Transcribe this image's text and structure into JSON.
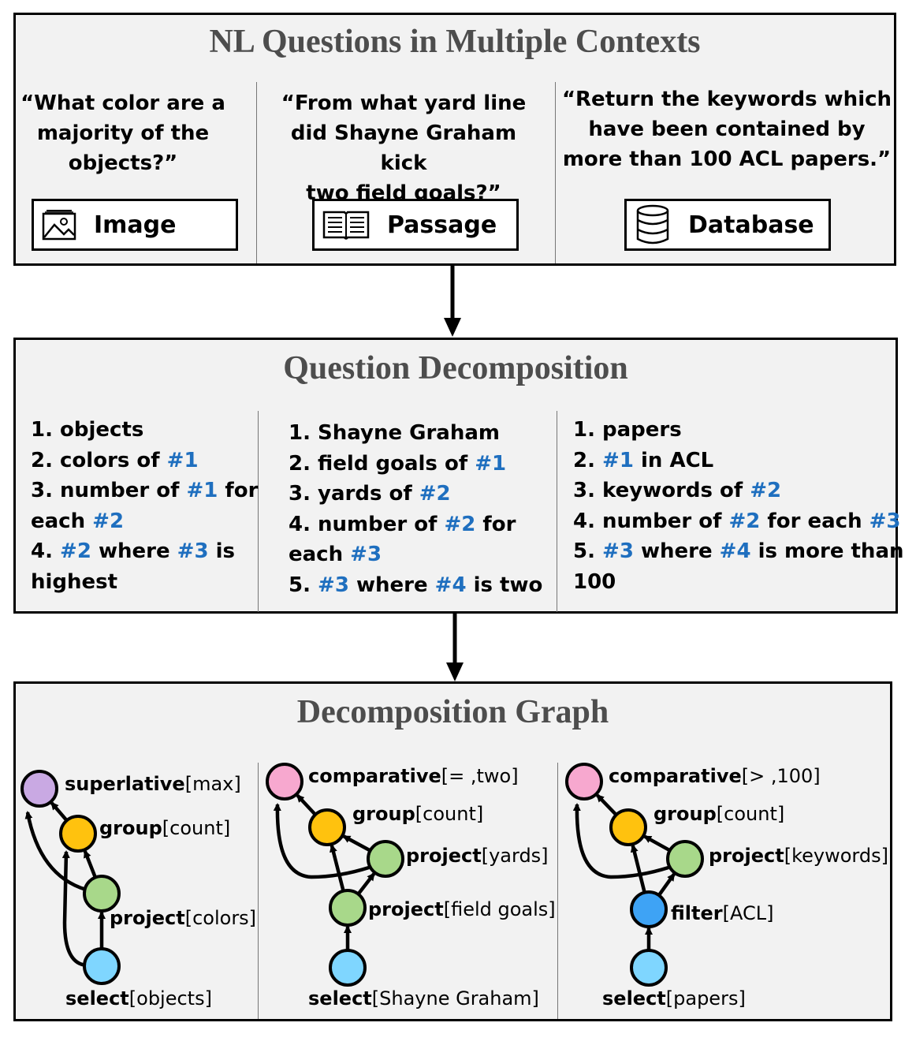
{
  "panel1": {
    "title": "NL Questions in Multiple Contexts",
    "columns": [
      {
        "question": [
          "“What color are a",
          "majority of the",
          "objects?”"
        ],
        "context": "Image",
        "icon": "image-icon"
      },
      {
        "question": [
          "“From what yard line",
          "did Shayne Graham kick",
          "two field goals?”"
        ],
        "context": "Passage",
        "icon": "book-icon"
      },
      {
        "question": [
          "“Return the keywords which",
          "have been contained by",
          "more than 100 ACL papers.”"
        ],
        "context": "Database",
        "icon": "database-icon"
      }
    ]
  },
  "panel2": {
    "title": "Question Decomposition",
    "columns": [
      {
        "lines": [
          [
            {
              "t": "1. objects"
            }
          ],
          [
            {
              "t": "2. colors of "
            },
            {
              "t": "#1",
              "ref": true
            }
          ],
          [
            {
              "t": "3. number of "
            },
            {
              "t": "#1",
              "ref": true
            },
            {
              "t": " for"
            }
          ],
          [
            {
              "t": "each "
            },
            {
              "t": "#2",
              "ref": true
            }
          ],
          [
            {
              "t": "4. "
            },
            {
              "t": "#2",
              "ref": true
            },
            {
              "t": " where "
            },
            {
              "t": "#3",
              "ref": true
            },
            {
              "t": " is"
            }
          ],
          [
            {
              "t": "highest"
            }
          ]
        ]
      },
      {
        "lines": [
          [
            {
              "t": "1. Shayne Graham"
            }
          ],
          [
            {
              "t": "2. field goals of "
            },
            {
              "t": "#1",
              "ref": true
            }
          ],
          [
            {
              "t": "3. yards of "
            },
            {
              "t": "#2",
              "ref": true
            }
          ],
          [
            {
              "t": "4. number of "
            },
            {
              "t": "#2",
              "ref": true
            },
            {
              "t": " for"
            }
          ],
          [
            {
              "t": "each "
            },
            {
              "t": "#3",
              "ref": true
            }
          ],
          [
            {
              "t": "5. "
            },
            {
              "t": "#3",
              "ref": true
            },
            {
              "t": " where "
            },
            {
              "t": "#4",
              "ref": true
            },
            {
              "t": " is two"
            }
          ]
        ]
      },
      {
        "lines": [
          [
            {
              "t": "1. papers"
            }
          ],
          [
            {
              "t": "2. "
            },
            {
              "t": "#1",
              "ref": true
            },
            {
              "t": " in ACL"
            }
          ],
          [
            {
              "t": "3. keywords of "
            },
            {
              "t": "#2",
              "ref": true
            }
          ],
          [
            {
              "t": "4. number of "
            },
            {
              "t": "#2",
              "ref": true
            },
            {
              "t": " for each "
            },
            {
              "t": "#3",
              "ref": true
            }
          ],
          [
            {
              "t": "5. "
            },
            {
              "t": "#3",
              "ref": true
            },
            {
              "t": " where "
            },
            {
              "t": "#4",
              "ref": true
            },
            {
              "t": " is more than"
            }
          ],
          [
            {
              "t": "100"
            }
          ]
        ]
      }
    ]
  },
  "panel3": {
    "title": "Decomposition Graph",
    "graphs": [
      {
        "nodes": [
          {
            "op": "superlative",
            "arg": "[max]",
            "color": "#c9a9e3"
          },
          {
            "op": "group",
            "arg": "[count]",
            "color": "#ffc20e"
          },
          {
            "op": "project",
            "arg": "[colors]",
            "color": "#a8d88a"
          },
          {
            "op": "select",
            "arg": "[objects]",
            "color": "#7fd6ff"
          }
        ]
      },
      {
        "nodes": [
          {
            "op": "comparative",
            "arg": "[= ,two]",
            "color": "#f7a8cf"
          },
          {
            "op": "group",
            "arg": "[count]",
            "color": "#ffc20e"
          },
          {
            "op": "project",
            "arg": "[yards]",
            "color": "#a8d88a"
          },
          {
            "op": "project",
            "arg": "[field goals]",
            "color": "#a8d88a"
          },
          {
            "op": "select",
            "arg": "[Shayne Graham]",
            "color": "#7fd6ff"
          }
        ]
      },
      {
        "nodes": [
          {
            "op": "comparative",
            "arg": "[> ,100]",
            "color": "#f7a8cf"
          },
          {
            "op": "group",
            "arg": "[count]",
            "color": "#ffc20e"
          },
          {
            "op": "project",
            "arg": "[keywords]",
            "color": "#a8d88a"
          },
          {
            "op": "filter",
            "arg": "[ACL]",
            "color": "#3ea3f5"
          },
          {
            "op": "select",
            "arg": "[papers]",
            "color": "#7fd6ff"
          }
        ]
      }
    ]
  }
}
